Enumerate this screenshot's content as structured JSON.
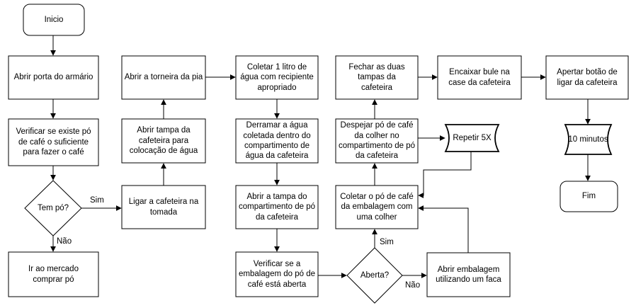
{
  "diagram": {
    "nodes": {
      "inicio": "Inicio",
      "abrir_porta": "Abrir porta do armário",
      "verificar_po": "Verificar se existe pó de café o suficiente para fazer o café",
      "tem_po": "Tem pó?",
      "ir_mercado": "Ir ao mercado comprar pó",
      "ligar_cafeteira": "Ligar a cafeteira na tomada",
      "abrir_tampa_agua": "Abrir tampa da cafeteira para colocação de água",
      "abrir_torneira": "Abrir a torneira da pia",
      "coletar_agua": "Coletar 1 litro de água com recipiente apropriado",
      "derramar_agua": "Derramar a água coletada dentro do compartimento de água da cafeteira",
      "abrir_tampa_po": "Abrir a tampa do compartimento de pó da cafeteira",
      "verificar_embalagem": "Verificar se a embalagem do pó de café está aberta",
      "aberta": "Aberta?",
      "abrir_embalagem": "Abrir embalagem utilizando um faca",
      "coletar_po": "Coletar o pó de café da embalagem com uma colher",
      "repetir": "Repetir 5X",
      "despejar_po": "Despejar pó de café da colher no compartimento de pó da cafeteira",
      "fechar_tampas": "Fechar as duas tampas da cafeteira",
      "encaixar_bule": "Encaixar bule na case da cafeteira",
      "apertar_botao": "Apertar botão de ligar da cafeteira",
      "dez_minutos": "10 minutos",
      "fim": "Fim"
    },
    "edge_labels": {
      "sim_tem_po": "Sim",
      "nao_tem_po": "Não",
      "sim_aberta": "Sim",
      "nao_aberta": "Não"
    }
  }
}
